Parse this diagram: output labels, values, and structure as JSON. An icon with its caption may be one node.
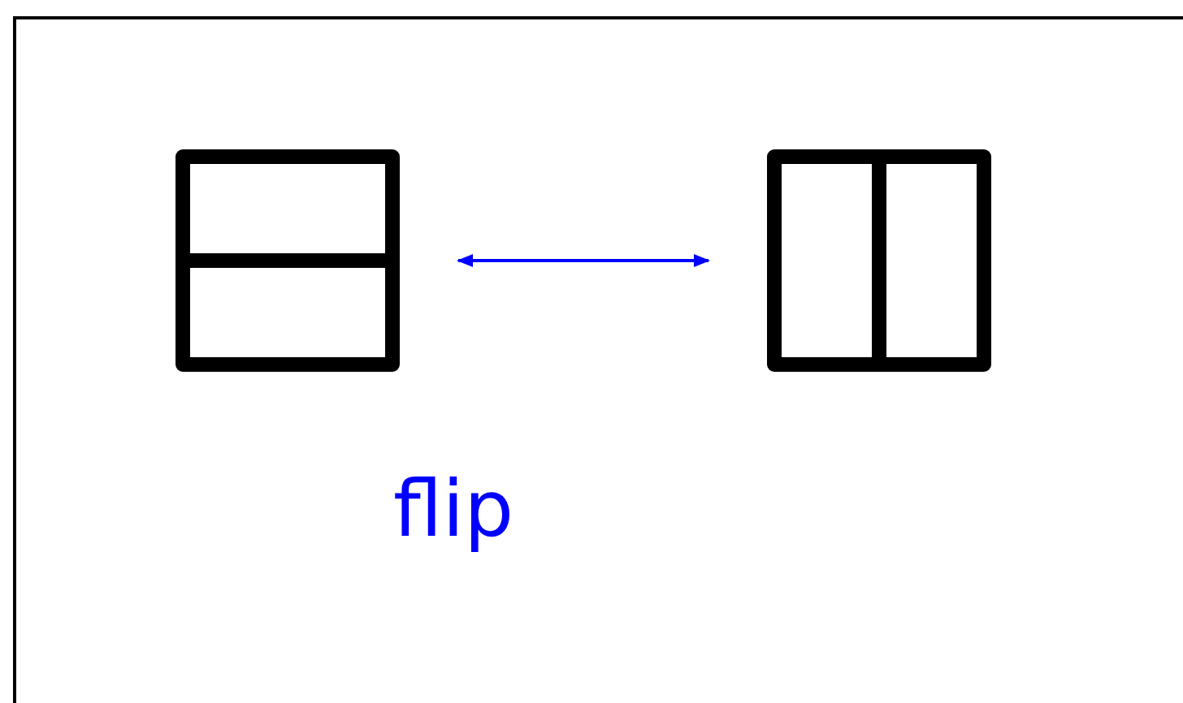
{
  "diagram": {
    "nodes": [
      {
        "text": [],
        "shape": "box"
      },
      {
        "text": [],
        "shape": "box"
      }
    ],
    "edges": [
      {
        "from": 0,
        "to": 1,
        "arrow": "both",
        "color": "#0000ff"
      }
    ],
    "labels": [
      "flip"
    ]
  }
}
